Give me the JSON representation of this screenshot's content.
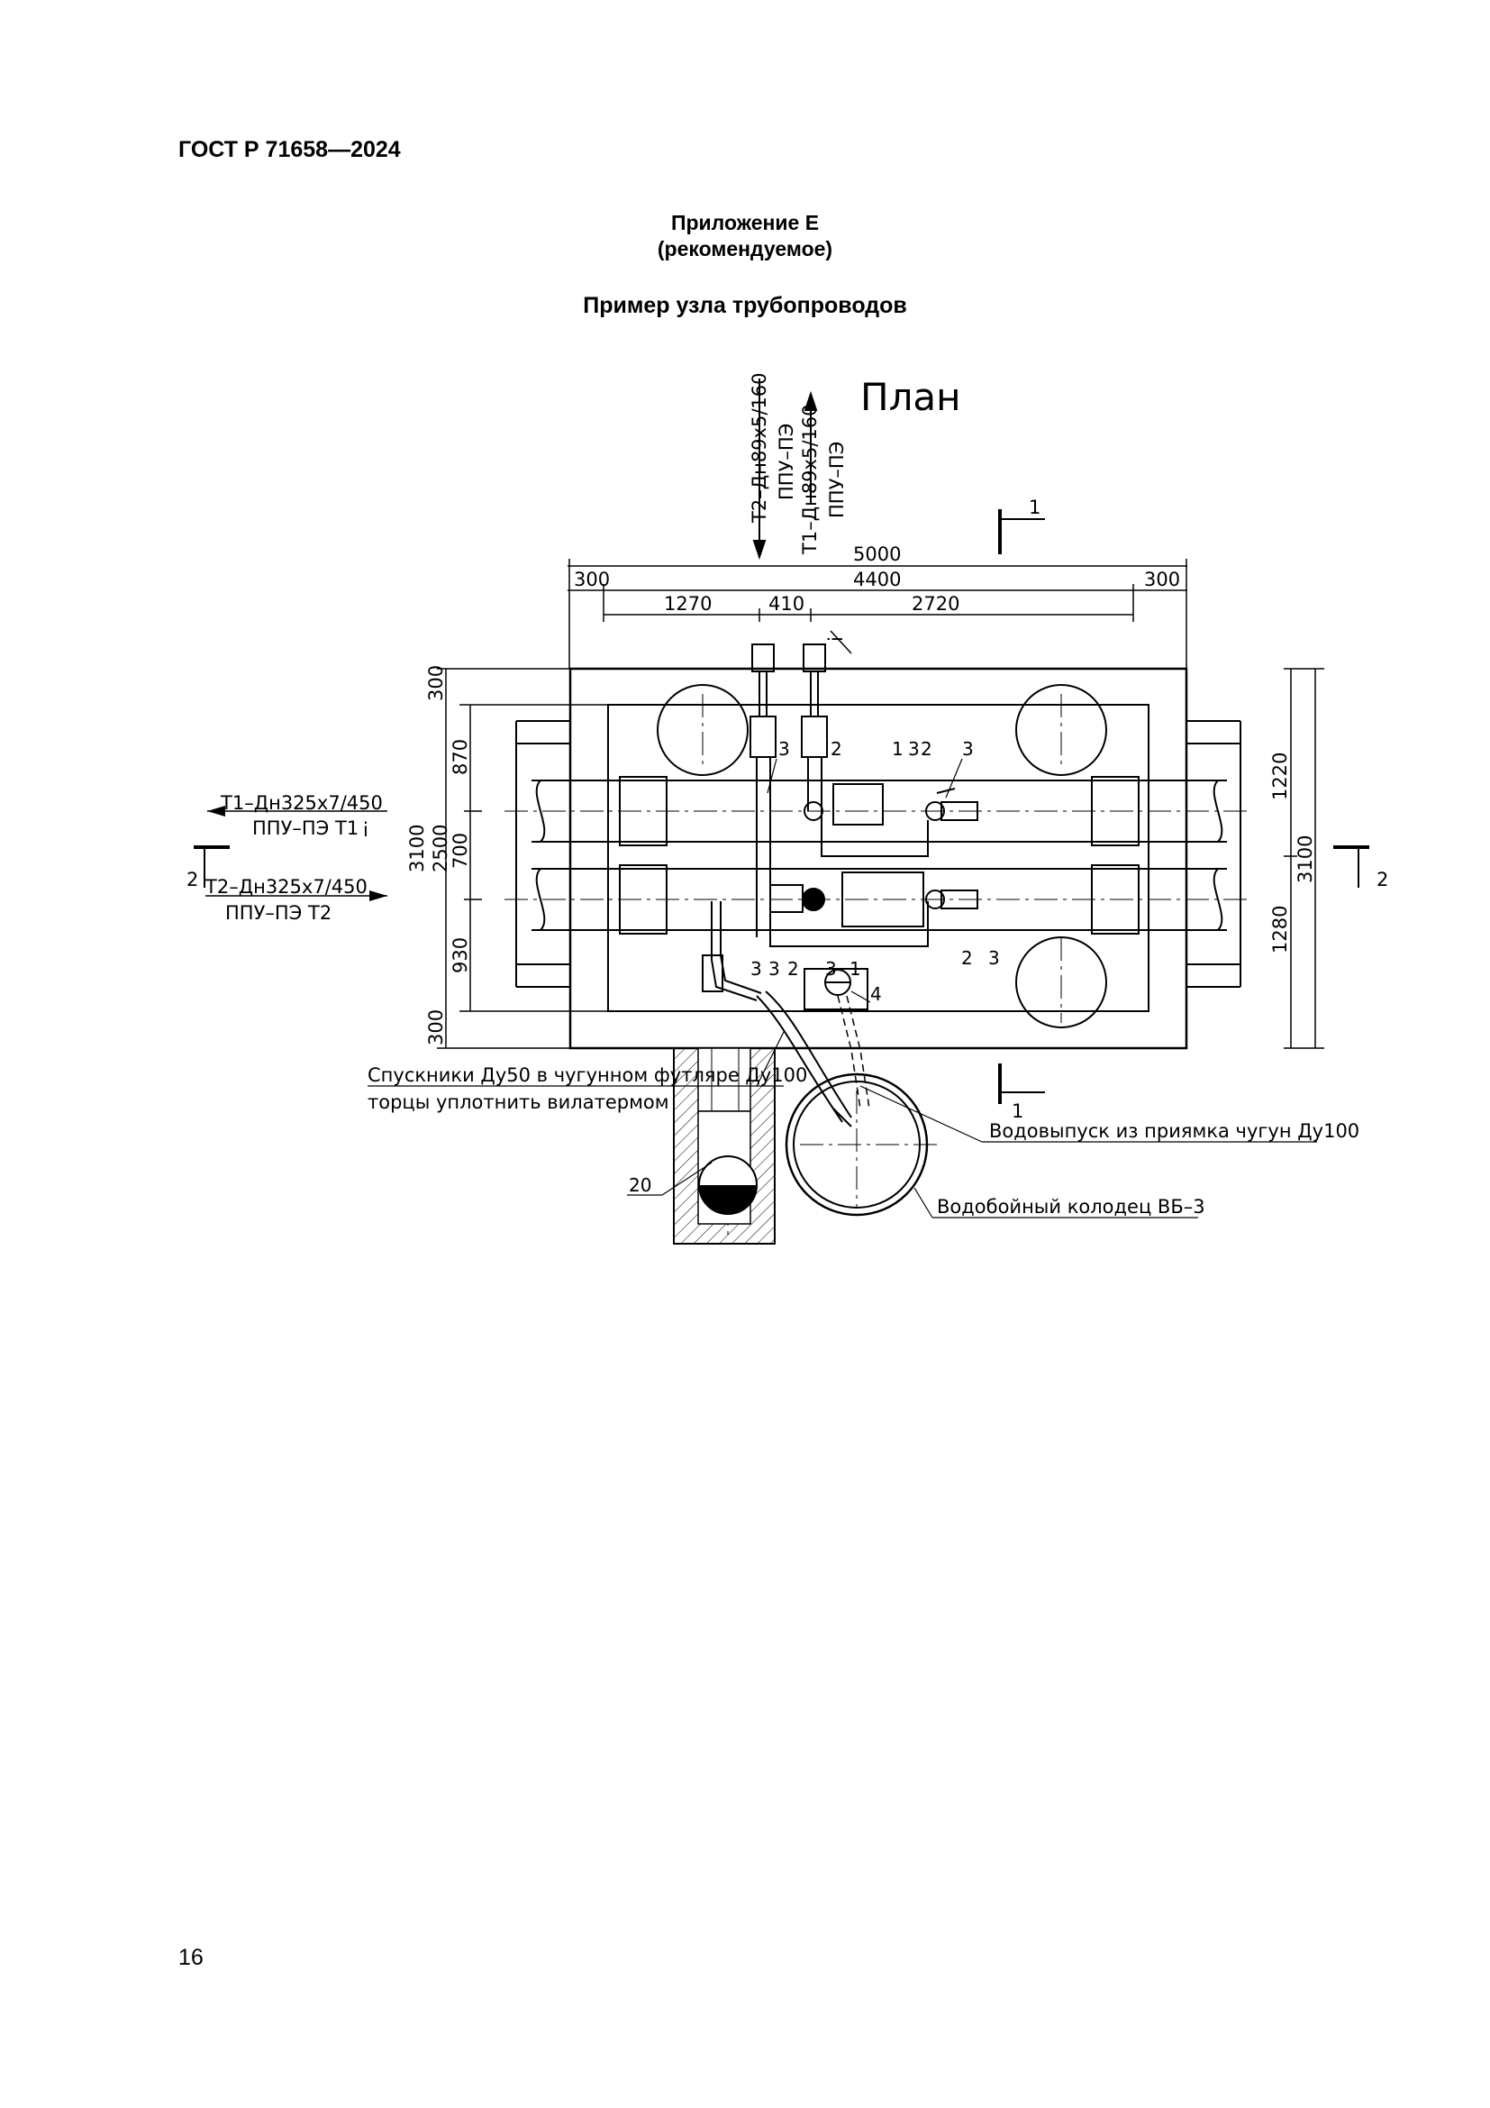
{
  "header": {
    "doc_code": "ГОСТ Р 71658—2024"
  },
  "appendix": {
    "title": "Приложение Е",
    "kind": "(рекомендуемое)",
    "name": "Пример узла трубопроводов"
  },
  "drawing": {
    "title": "План",
    "pipes_top": {
      "t2": "Т2–Дн89х5/160",
      "t2_ins": "ППУ–ПЭ",
      "t1": "Т1–Дн89х5/160",
      "t1_ins": "ППУ–ПЭ"
    },
    "dims_top": [
      "5000",
      "300",
      "4400",
      "300",
      "1270",
      "410",
      "2720"
    ],
    "dims_left": [
      "300",
      "870",
      "3100",
      "2500",
      "700",
      "930",
      "300"
    ],
    "dims_right": [
      "1220",
      "3100",
      "1280"
    ],
    "main_pipes": {
      "t1": "Т1–Дн325х7/450",
      "t1_ins": "ППУ–ПЭ  Т1",
      "t2": "Т2–Дн325х7/450",
      "t2_ins": "ППУ–ПЭ    Т2"
    },
    "section_marks": {
      "one": "1",
      "two": "2",
      "i": "i"
    },
    "callouts": [
      "3",
      "2",
      "1",
      "3",
      "2",
      "3",
      "3",
      "3",
      "2",
      "1",
      "3",
      "2",
      "3",
      "4",
      "20"
    ],
    "notes": {
      "drain": "Спускники Ду50 в чугунном футляре Ду100",
      "seal": "торцы уплотнить вилатермом",
      "outlet": "Водовыпуск из приямка чугун Ду100",
      "well": "Водобойный колодец ВБ–3"
    }
  },
  "page_number": "16"
}
